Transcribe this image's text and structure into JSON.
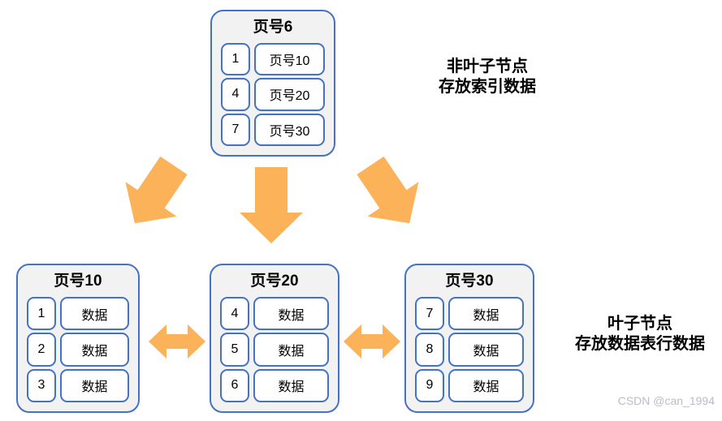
{
  "colors": {
    "node_border": "#4472C4",
    "node_fill": "#F2F2F2",
    "cell_fill": "#FFFFFF",
    "arrow": "#FBB259",
    "text": "#000000",
    "watermark": "#BCBCC4"
  },
  "root_node": {
    "title": "页号6",
    "rows": [
      {
        "key": "1",
        "value": "页号10"
      },
      {
        "key": "4",
        "value": "页号20"
      },
      {
        "key": "7",
        "value": "页号30"
      }
    ]
  },
  "leaf_nodes": [
    {
      "title": "页号10",
      "rows": [
        {
          "key": "1",
          "value": "数据"
        },
        {
          "key": "2",
          "value": "数据"
        },
        {
          "key": "3",
          "value": "数据"
        }
      ]
    },
    {
      "title": "页号20",
      "rows": [
        {
          "key": "4",
          "value": "数据"
        },
        {
          "key": "5",
          "value": "数据"
        },
        {
          "key": "6",
          "value": "数据"
        }
      ]
    },
    {
      "title": "页号30",
      "rows": [
        {
          "key": "7",
          "value": "数据"
        },
        {
          "key": "8",
          "value": "数据"
        },
        {
          "key": "9",
          "value": "数据"
        }
      ]
    }
  ],
  "annotations": {
    "non_leaf": {
      "line1": "非叶子节点",
      "line2": "存放索引数据"
    },
    "leaf": {
      "line1": "叶子节点",
      "line2": "存放数据表行数据"
    }
  },
  "watermark": "CSDN @can_1994"
}
